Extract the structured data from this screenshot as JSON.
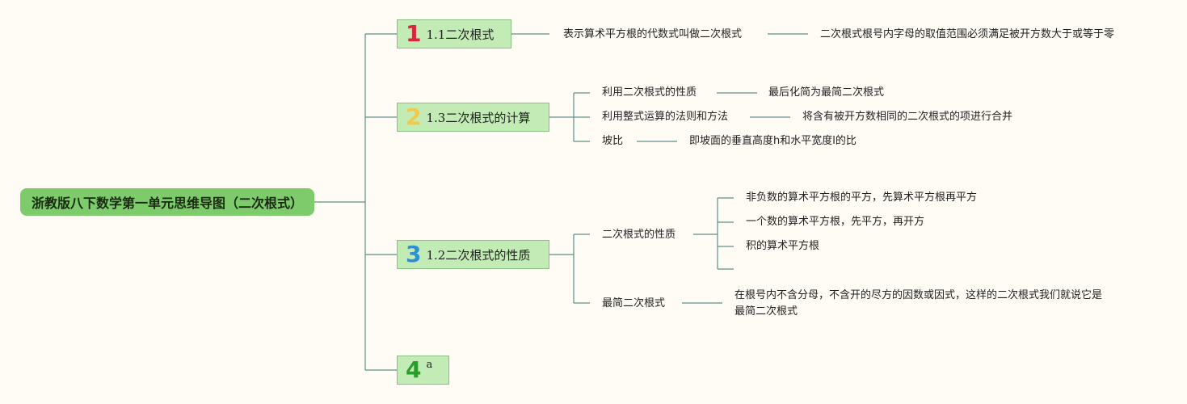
{
  "root": {
    "label": "浙教版八下数学第一单元思维导图（二次根式）"
  },
  "branches": [
    {
      "num": "1",
      "label": "1.1二次根式",
      "num_color": "#d7263d"
    },
    {
      "num": "2",
      "label": "1.3二次根式的计算",
      "num_color": "#f2c94c"
    },
    {
      "num": "3",
      "label": "1.2二次根式的性质",
      "num_color": "#2d8fd5"
    },
    {
      "num": "4",
      "label": "a",
      "num_color": "#2a9d2a"
    }
  ],
  "nodes": {
    "b1_def": "表示算术平方根的代数式叫做二次根式",
    "b1_cond": "二次根式根号内字母的取值范围必须满足被开方数大于或等于零",
    "b2_prop": "利用二次根式的性质",
    "b2_prop_result": "最后化简为最简二次根式",
    "b2_rule": "利用整式运算的法则和方法",
    "b2_rule_result": "将含有被开方数相同的二次根式的项进行合并",
    "b2_slope": "坡比",
    "b2_slope_def": "即坡面的垂直高度h和水平宽度l的比",
    "b3_props": "二次根式的性质",
    "b3_prop1": "非负数的算术平方根的平方，先算术平方根再平方",
    "b3_prop2": "一个数的算术平方根，先平方，再开方",
    "b3_prop3": "积的算术平方根",
    "b3_prop4": "",
    "b3_simplest": "最简二次根式",
    "b3_simplest_def_line1": "在根号内不含分母，不含开的尽方的因数或因式，这样的二次根式我们就说它是",
    "b3_simplest_def_line2": "最简二次根式"
  },
  "colors": {
    "line": "#5e8f86",
    "root_bg": "#7dcb6a",
    "branch_bg": "#c2ebb5"
  }
}
